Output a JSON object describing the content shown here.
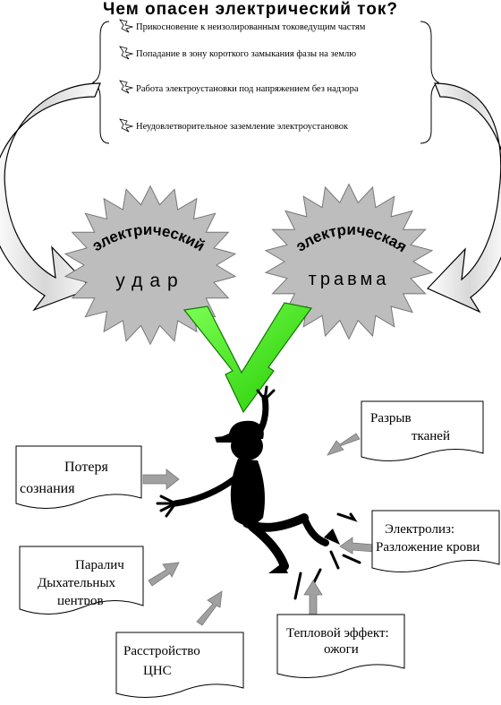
{
  "title": "Чем опасен электрический ток?",
  "causes": [
    "Прикосновение к неизолированным  токоведущим частям",
    "Попадание в зону короткого замыкания фазы на землю",
    "Работа электроустановки под напряжением без надзора",
    "Неудовлетворительное заземление электроустановок"
  ],
  "starbursts": [
    {
      "top": "электрический",
      "bottom": "удар"
    },
    {
      "top": "электрическая",
      "bottom": "травма"
    }
  ],
  "effects": {
    "tissue": [
      "Разрыв",
      "тканей"
    ],
    "consciousness": [
      "Потеря",
      "сознания"
    ],
    "electrolysis": [
      "Электролиз:",
      "Разложение крови"
    ],
    "paralysis": [
      "Паралич",
      "Дыхательных",
      "центров"
    ],
    "thermal": [
      "Тепловой  эффект:",
      "ожоги"
    ],
    "cns": [
      "Расстройство",
      "ЦНС"
    ]
  },
  "colors": {
    "starburst": "#bdbdbd",
    "arrow_green": "#33ee11",
    "pointer_gray": "#a0a0a0",
    "outline": "#000000"
  },
  "icons": [
    "lightning-bullet-icon",
    "curved-arrow-icon",
    "person-figure-icon"
  ]
}
